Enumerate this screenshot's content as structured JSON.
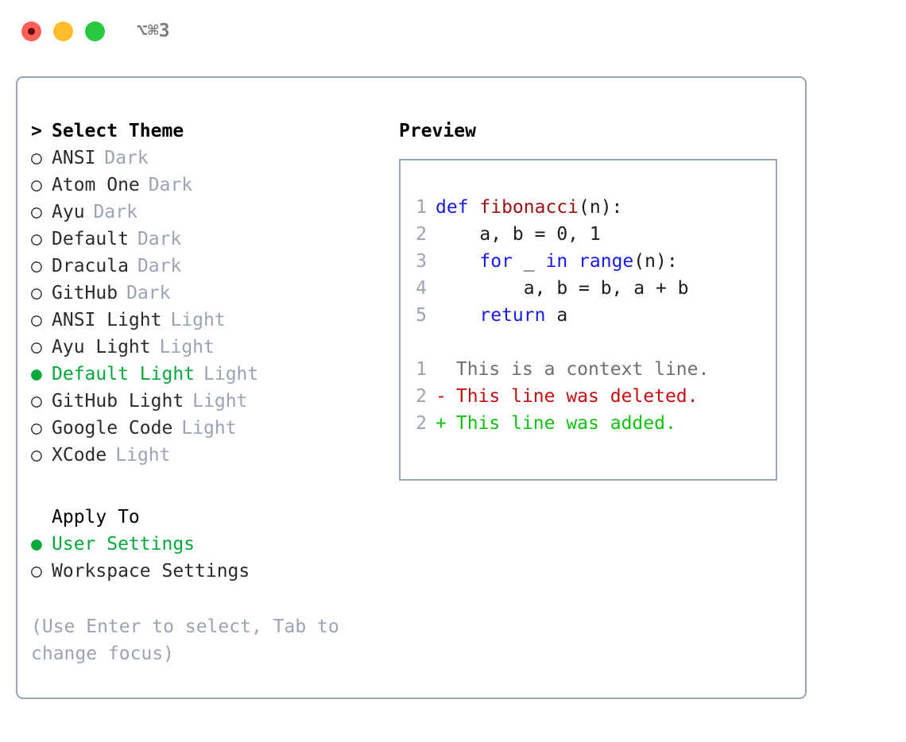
{
  "titlebar": {
    "shortcut": "⌥⌘3",
    "buttons": [
      {
        "name": "close",
        "color": "#fe5f57"
      },
      {
        "name": "minimize",
        "color": "#febd2e"
      },
      {
        "name": "maximize",
        "color": "#28c93f"
      }
    ]
  },
  "theme_picker": {
    "caret": ">",
    "title": "Select Theme",
    "marker_unselected": "○",
    "marker_selected": "●",
    "items": [
      {
        "name": "ANSI",
        "tag": "Dark",
        "selected": false
      },
      {
        "name": "Atom One",
        "tag": "Dark",
        "selected": false
      },
      {
        "name": "Ayu",
        "tag": "Dark",
        "selected": false
      },
      {
        "name": "Default",
        "tag": "Dark",
        "selected": false
      },
      {
        "name": "Dracula",
        "tag": "Dark",
        "selected": false
      },
      {
        "name": "GitHub",
        "tag": "Dark",
        "selected": false
      },
      {
        "name": "ANSI Light",
        "tag": "Light",
        "selected": false
      },
      {
        "name": "Ayu Light",
        "tag": "Light",
        "selected": false
      },
      {
        "name": "Default Light",
        "tag": "Light",
        "selected": true
      },
      {
        "name": "GitHub Light",
        "tag": "Light",
        "selected": false
      },
      {
        "name": "Google Code",
        "tag": "Light",
        "selected": false
      },
      {
        "name": "XCode",
        "tag": "Light",
        "selected": false
      }
    ]
  },
  "apply_to": {
    "title": "Apply To",
    "options": [
      {
        "label": "User Settings",
        "selected": true
      },
      {
        "label": "Workspace Settings",
        "selected": false
      }
    ]
  },
  "hint": "(Use Enter to select, Tab to change focus)",
  "preview": {
    "heading": "Preview",
    "code_lines": [
      {
        "number": "1",
        "tokens": [
          {
            "text": "def ",
            "type": "keyword"
          },
          {
            "text": "fibonacci",
            "type": "function"
          },
          {
            "text": "(n):",
            "type": "plain"
          }
        ]
      },
      {
        "number": "2",
        "tokens": [
          {
            "text": "    a, b = 0, 1",
            "type": "plain"
          }
        ]
      },
      {
        "number": "3",
        "tokens": [
          {
            "text": "    ",
            "type": "plain"
          },
          {
            "text": "for",
            "type": "keyword"
          },
          {
            "text": " _ ",
            "type": "plain"
          },
          {
            "text": "in",
            "type": "keyword"
          },
          {
            "text": " ",
            "type": "plain"
          },
          {
            "text": "range",
            "type": "keyword"
          },
          {
            "text": "(n):",
            "type": "plain"
          }
        ]
      },
      {
        "number": "4",
        "tokens": [
          {
            "text": "        a, b = b, a + b",
            "type": "plain"
          }
        ]
      },
      {
        "number": "5",
        "tokens": [
          {
            "text": "    ",
            "type": "plain"
          },
          {
            "text": "return",
            "type": "keyword"
          },
          {
            "text": " a",
            "type": "plain"
          }
        ]
      }
    ],
    "diff_lines": [
      {
        "number": "1",
        "marker": " ",
        "text": "This is a context line.",
        "kind": "context"
      },
      {
        "number": "2",
        "marker": "-",
        "text": "This line was deleted.",
        "kind": "deleted"
      },
      {
        "number": "2",
        "marker": "+",
        "text": "This line was added.",
        "kind": "added"
      }
    ]
  },
  "colors": {
    "accent_green": "#07a83c",
    "muted": "#9aa4b4",
    "keyword_blue": "#1a1ae6",
    "function_red": "#9c0f0f",
    "diff_deleted": "#c40f0f",
    "diff_added": "#10c210",
    "border": "#9aa4b4"
  }
}
